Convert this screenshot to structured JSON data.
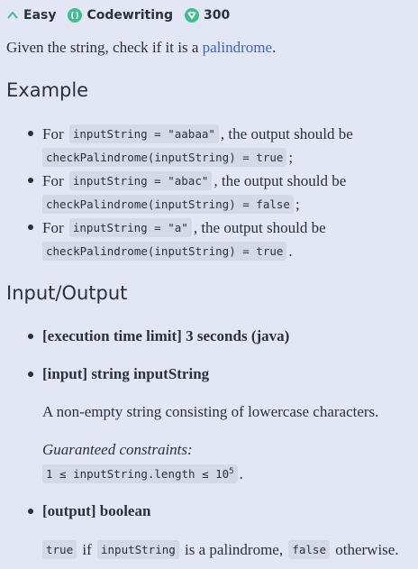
{
  "header": {
    "difficulty": "Easy",
    "category": "Codewriting",
    "points": "300"
  },
  "description": {
    "prefix": "Given the string, check if it is a ",
    "link_text": "palindrome",
    "suffix": "."
  },
  "example": {
    "heading": "Example",
    "items": [
      {
        "for_label": "For",
        "input_code": "inputString = \"aabaa\"",
        "middle": ", the output should be",
        "output_code": "checkPalindrome(inputString) = true",
        "end": ";"
      },
      {
        "for_label": "For",
        "input_code": "inputString = \"abac\"",
        "middle": ", the output should be",
        "output_code": "checkPalindrome(inputString) = false",
        "end": ";"
      },
      {
        "for_label": "For",
        "input_code": "inputString = \"a\"",
        "middle": ", the output should be",
        "output_code": "checkPalindrome(inputString) = true",
        "end": "."
      }
    ]
  },
  "io": {
    "heading": "Input/Output",
    "time_limit": "[execution time limit] 3 seconds (java)",
    "input_label": "[input] string inputString",
    "input_desc": "A non-empty string consisting of lowercase characters.",
    "constraints_label": "Guaranteed constraints:",
    "constraints_code": "1 ≤ inputString.length ≤ 10",
    "constraints_sup": "5",
    "constraints_end": ".",
    "output_label": "[output] boolean",
    "output_code_true": "true",
    "output_if": "if",
    "output_code_input": "inputString",
    "output_mid": "is a palindrome,",
    "output_code_false": "false",
    "output_end": "otherwise."
  },
  "colors": {
    "background": "#e3e6f4",
    "accent_green": "#3fbf8f",
    "link_blue": "#3a67c8"
  }
}
